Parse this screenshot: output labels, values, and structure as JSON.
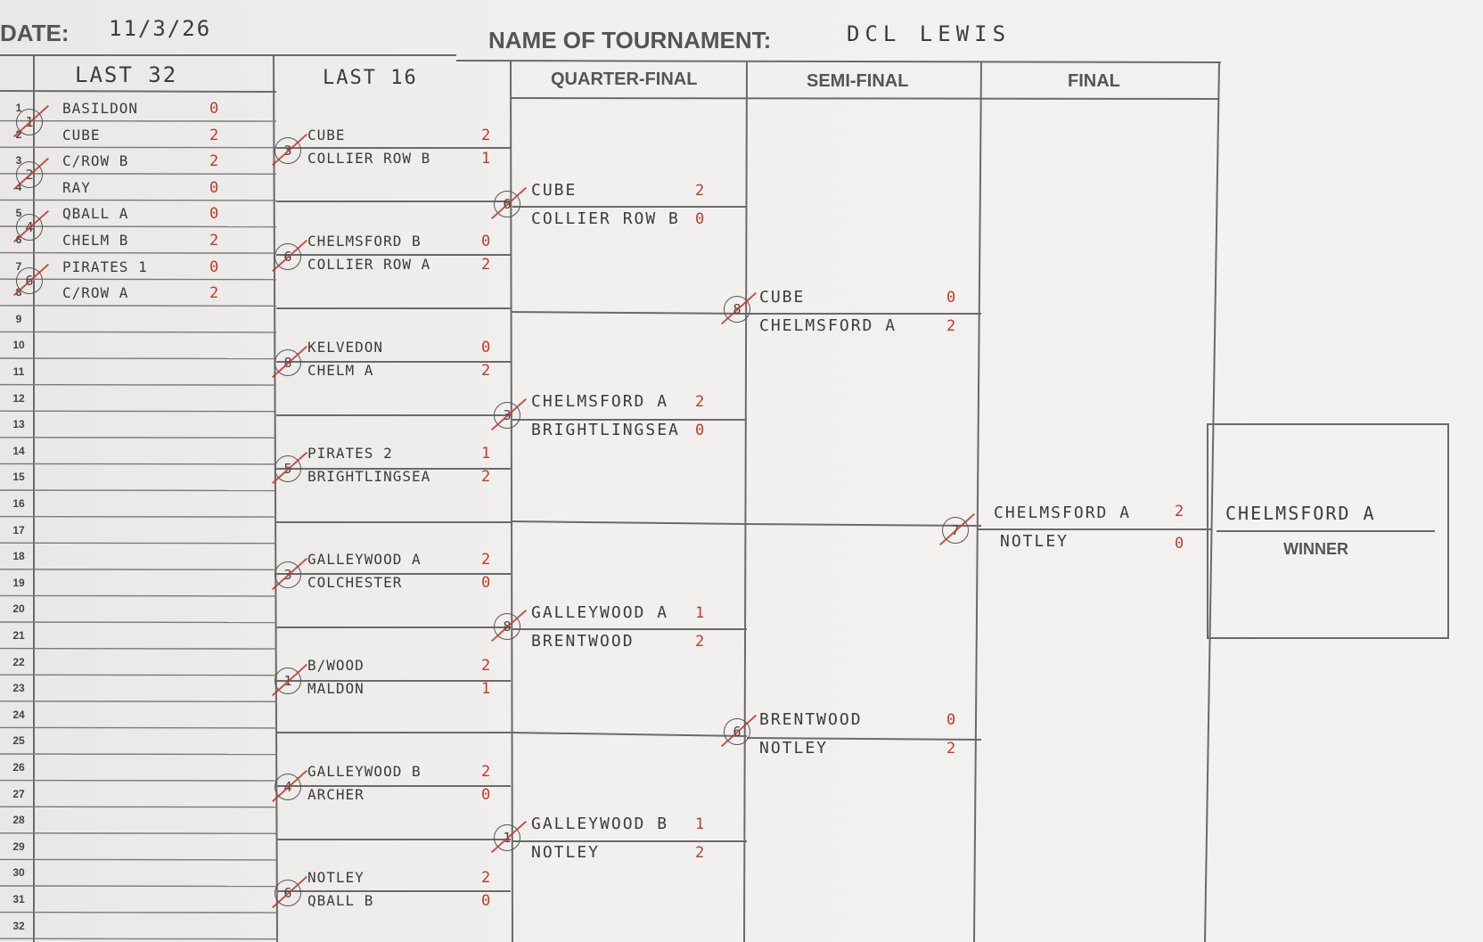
{
  "header": {
    "date_label": "DATE:",
    "date_value": "11/3/26",
    "tournament_label": "NAME OF TOURNAMENT:",
    "tournament_value": "DCL LEWIS"
  },
  "columns": {
    "last32": "LAST 32",
    "last16": "LAST 16",
    "quarter": "QUARTER-FINAL",
    "semi": "SEMI-FINAL",
    "final": "FINAL"
  },
  "rows": [
    "1",
    "2",
    "3",
    "4",
    "5",
    "6",
    "7",
    "8",
    "9",
    "10",
    "11",
    "12",
    "13",
    "14",
    "15",
    "16",
    "17",
    "18",
    "19",
    "20",
    "21",
    "22",
    "23",
    "24",
    "25",
    "26",
    "27",
    "28",
    "29",
    "30",
    "31",
    "32"
  ],
  "last32_matches": [
    {
      "table": "1",
      "a": "BASILDON",
      "sa": "0",
      "b": "CUBE",
      "sb": "2"
    },
    {
      "table": "2",
      "a": "C/ROW B",
      "sa": "2",
      "b": "RAY",
      "sb": "0"
    },
    {
      "table": "4",
      "a": "QBALL A",
      "sa": "0",
      "b": "CHELM B",
      "sb": "2"
    },
    {
      "table": "6",
      "a": "PIRATES 1",
      "sa": "0",
      "b": "C/ROW A",
      "sb": "2"
    }
  ],
  "last16_matches": [
    {
      "table": "3",
      "a": "CUBE",
      "sa": "2",
      "b": "COLLIER ROW B",
      "sb": "1"
    },
    {
      "table": "6",
      "a": "CHELMSFORD B",
      "sa": "0",
      "b": "COLLIER ROW A",
      "sb": "2"
    },
    {
      "table": "8",
      "a": "KELVEDON",
      "sa": "0",
      "b": "CHELM A",
      "sb": "2"
    },
    {
      "table": "5",
      "a": "PIRATES 2",
      "sa": "1",
      "b": "BRIGHTLINGSEA",
      "sb": "2"
    },
    {
      "table": "3",
      "a": "GALLEYWOOD A",
      "sa": "2",
      "b": "COLCHESTER",
      "sb": "0"
    },
    {
      "table": "1",
      "a": "B/WOOD",
      "sa": "2",
      "b": "MALDON",
      "sb": "1"
    },
    {
      "table": "4",
      "a": "GALLEYWOOD B",
      "sa": "2",
      "b": "ARCHER",
      "sb": "0"
    },
    {
      "table": "6",
      "a": "NOTLEY",
      "sa": "2",
      "b": "QBALL B",
      "sb": "0"
    }
  ],
  "quarter_matches": [
    {
      "table": "6",
      "a": "CUBE",
      "sa": "2",
      "b": "COLLIER ROW B",
      "sb": "0"
    },
    {
      "table": "3",
      "a": "CHELMSFORD A",
      "sa": "2",
      "b": "BRIGHTLINGSEA",
      "sb": "0"
    },
    {
      "table": "8",
      "a": "GALLEYWOOD A",
      "sa": "1",
      "b": "BRENTWOOD",
      "sb": "2"
    },
    {
      "table": "1",
      "a": "GALLEYWOOD B",
      "sa": "1",
      "b": "NOTLEY",
      "sb": "2"
    }
  ],
  "semi_matches": [
    {
      "table": "8",
      "a": "CUBE",
      "sa": "0",
      "b": "CHELMSFORD A",
      "sb": "2"
    },
    {
      "table": "6",
      "a": "BRENTWOOD",
      "sa": "0",
      "b": "NOTLEY",
      "sb": "2"
    }
  ],
  "final_match": {
    "table": "7",
    "a": "CHELMSFORD A",
    "sa": "2",
    "b": "NOTLEY",
    "sb": "0"
  },
  "winner": {
    "name": "CHELMSFORD A",
    "label": "WINNER"
  },
  "colors": {
    "ink": "#3b3b3b",
    "score_red": "#c0392b",
    "grid": "#666666"
  }
}
